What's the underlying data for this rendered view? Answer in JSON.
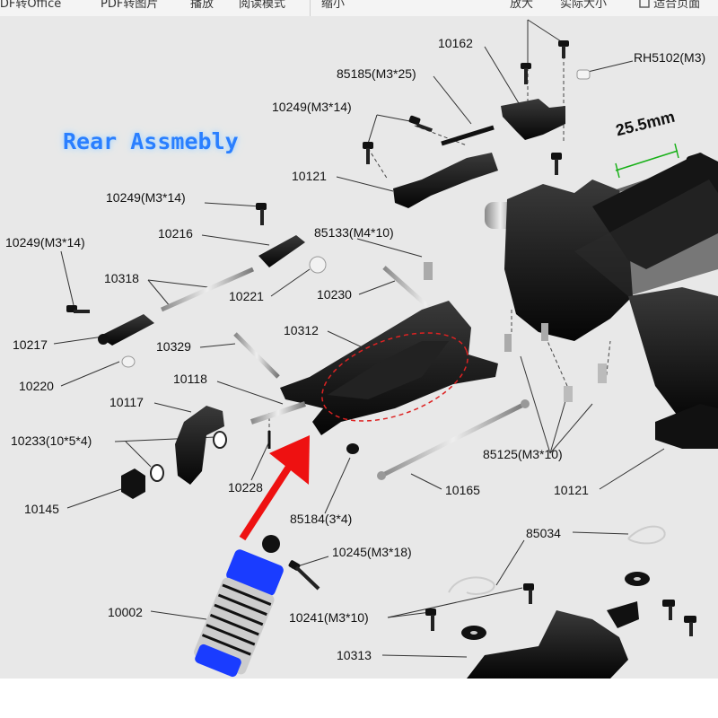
{
  "toolbar": {
    "items": [
      "PDF转Office",
      "PDF转图片",
      "播放",
      "阅读模式",
      "缩小",
      "放大",
      "实际大小",
      "适合页面"
    ]
  },
  "diagram": {
    "title": "Rear Assmebly",
    "measurement": "25.5mm",
    "labels": {
      "p10162": "10162",
      "p85185": "85185(M3*25)",
      "rh5102": "RH5102(M3)",
      "p10249a": "10249(M3*14)",
      "p10121a": "10121",
      "p10249b": "10249(M3*14)",
      "p10216": "10216",
      "p85133": "85133(M4*10)",
      "p10249c": "10249(M3*14)",
      "p10318": "10318",
      "p10221": "10221",
      "p10230": "10230",
      "p10312": "10312",
      "p10217": "10217",
      "p10329": "10329",
      "p10220": "10220",
      "p10118": "10118",
      "p10117": "10117",
      "p10233": "10233(10*5*4)",
      "p10228": "10228",
      "p10145": "10145",
      "p85125": "85125(M3*10)",
      "p10165": "10165",
      "p10121b": "10121",
      "p85184": "85184(3*4)",
      "p85034": "85034",
      "p10245": "10245(M3*18)",
      "p10002": "10002",
      "p10241": "10241(M3*10)",
      "p10313": "10313"
    }
  },
  "colors": {
    "accent_title": "#2a7fff",
    "arrow": "#ee1111",
    "highlight": "#dd2222",
    "shock": "#1a3cff"
  }
}
